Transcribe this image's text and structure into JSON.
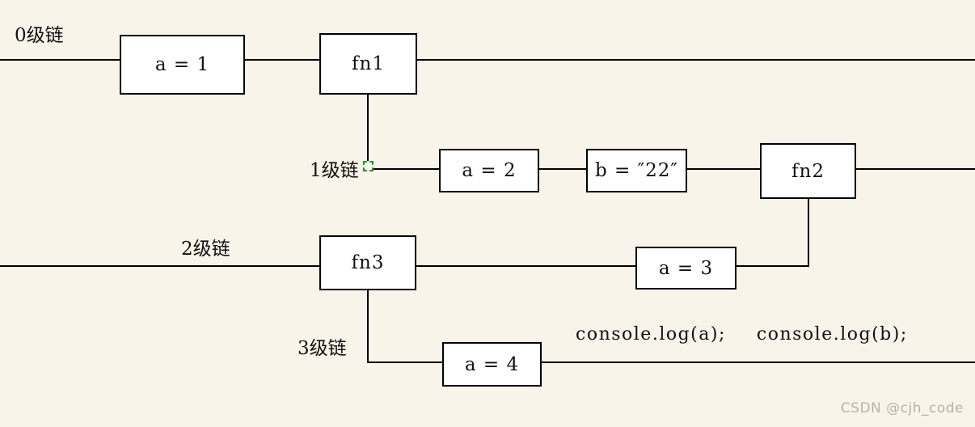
{
  "colors": {
    "background": "#f8f4ea",
    "line": "#000000",
    "box_background": "#ffffff",
    "box_border": "#000000",
    "text": "#111111",
    "anchor_marker_green": "#18a018",
    "watermark_gray": "#b8b3a9"
  },
  "chain_labels": {
    "level0": "0级链",
    "level1": "1级链",
    "level2": "2级链",
    "level3": "3级链"
  },
  "nodes": {
    "a1": "a = 1",
    "fn1": "fn1",
    "a2": "a = 2",
    "b22": "b = ″22″",
    "fn2": "fn2",
    "fn3": "fn3",
    "a3": "a = 3",
    "a4": "a = 4"
  },
  "code": {
    "log_a": "console.log(a);",
    "log_b": "console.log(b);"
  },
  "watermark": "CSDN @cjh_code"
}
